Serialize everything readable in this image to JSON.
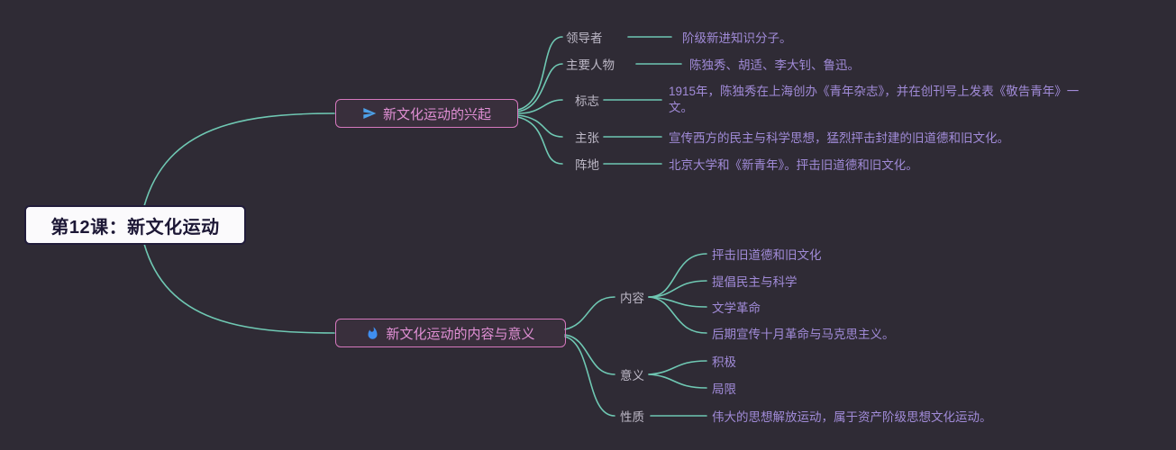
{
  "root": {
    "label": "第12课：新文化运动"
  },
  "branches": [
    {
      "title": "新文化运动的兴起",
      "icon": "paper-plane-icon",
      "children": [
        {
          "label": "领导者",
          "value": "阶级新进知识分子。"
        },
        {
          "label": "主要人物",
          "value": "陈独秀、胡适、李大钊、鲁迅。"
        },
        {
          "label": "标志",
          "value": "1915年，陈独秀在上海创办《青年杂志》，并在创刊号上发表《敬告青年》一文。"
        },
        {
          "label": "主张",
          "value": "宣传西方的民主与科学思想，猛烈抨击封建的旧道德和旧文化。"
        },
        {
          "label": "阵地",
          "value": "北京大学和《新青年》。抨击旧道德和旧文化。"
        }
      ]
    },
    {
      "title": "新文化运动的内容与意义",
      "icon": "flame-icon",
      "children": [
        {
          "label": "内容",
          "values": [
            "抨击旧道德和旧文化",
            "提倡民主与科学",
            "文学革命",
            "后期宣传十月革命与马克思主义。"
          ]
        },
        {
          "label": "意义",
          "values": [
            "积极",
            "局限"
          ]
        },
        {
          "label": "性质",
          "values": [
            "伟大的思想解放运动，属于资产阶级思想文化运动。"
          ]
        }
      ]
    }
  ],
  "colors": {
    "background": "#2f2b35",
    "connector": "#6fc8b3",
    "label_text": "#bdb8c6",
    "value_text": "#a18bd8",
    "branch_border": "#d678be",
    "branch_text": "#e08fd4",
    "root_background": "#fbfafc",
    "root_border": "#211c3a",
    "root_text": "#1d1836",
    "paper_plane_icon": "#4da0e8",
    "flame_icon": "#3f8ef0"
  }
}
